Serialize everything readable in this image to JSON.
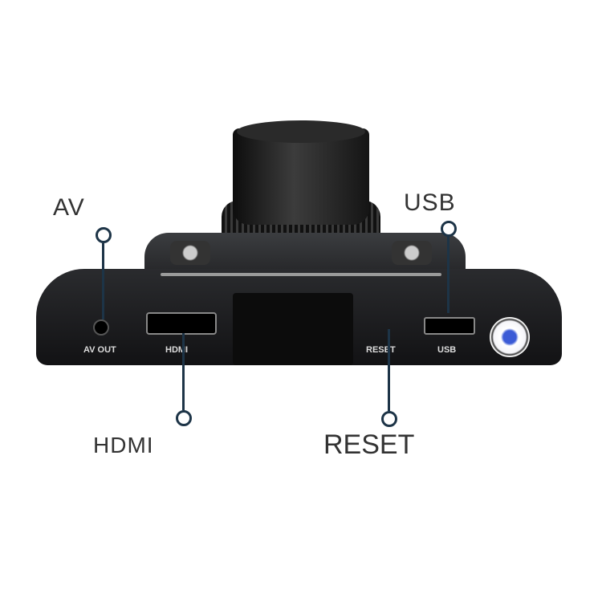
{
  "callouts": {
    "av": "AV",
    "usb": "USB",
    "hdmi": "HDMI",
    "reset": "RESET"
  },
  "device_labels": {
    "av_out": "AV OUT",
    "hdmi": "HDMI",
    "reset": "RESET",
    "usb": "USB"
  },
  "colors": {
    "callout_line": "#1d3447",
    "body": "#1c1c1e"
  }
}
